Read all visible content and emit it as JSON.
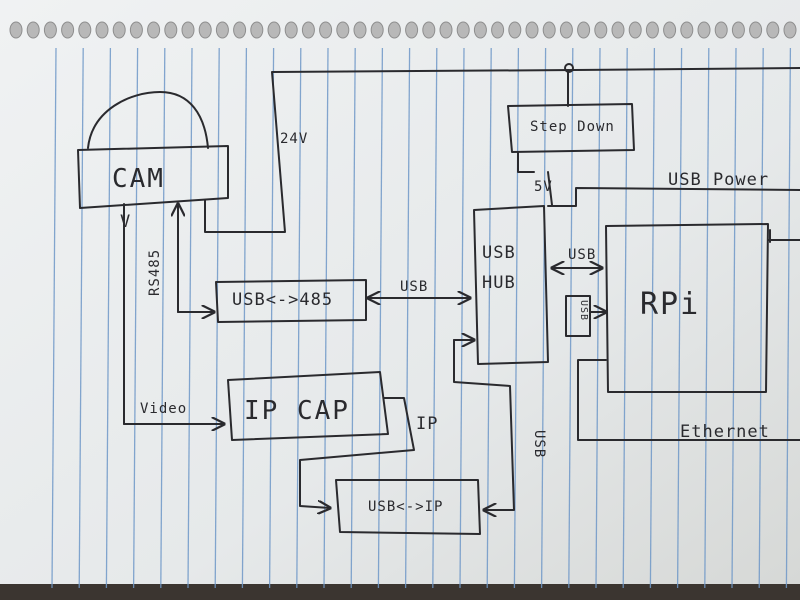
{
  "diagram": {
    "nodes": {
      "cam": "CAM",
      "step_down": "Step Down",
      "usb_hub": "USB HUB",
      "rpi": "RPi",
      "usb_485": "USB<->485",
      "ip_cap": "IP CAP",
      "usb_ip": "USB<->IP",
      "small_box": "USB"
    },
    "edges": {
      "v24": "24V",
      "v5": "5V",
      "usb_power": "USB Power",
      "rs485": "RS485",
      "video": "Video",
      "usb_mid": "USB",
      "usb_right": "USB",
      "usb_vertical": "USB",
      "ip": "IP",
      "ethernet": "Ethernet",
      "v_arrow": "V"
    }
  },
  "colors": {
    "paper": "#e9ecee",
    "rule_blue": "#6f98c8",
    "ink": "#2a2a2e",
    "spiral": "#b8b8b8",
    "background": "#3b3530"
  }
}
